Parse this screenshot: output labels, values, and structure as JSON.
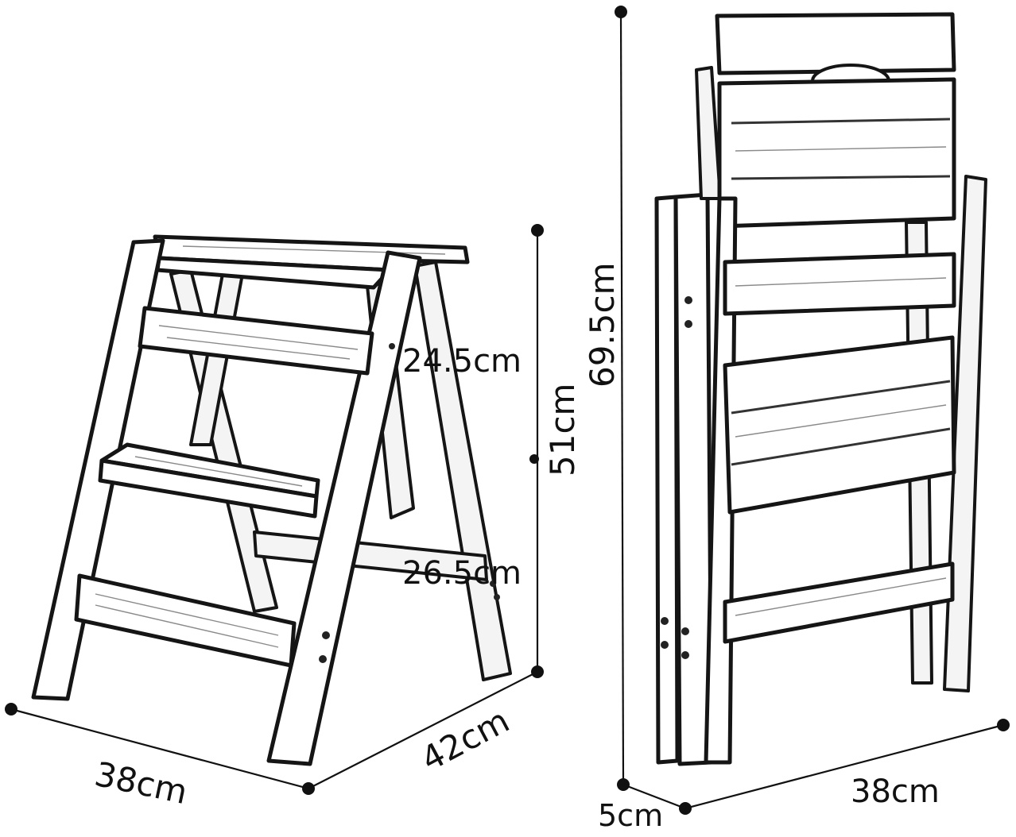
{
  "diagram": {
    "dimensions_unfolded": {
      "width": "38cm",
      "depth": "42cm",
      "height": "51cm",
      "upper_step_height": "24.5cm",
      "lower_step_height": "26.5cm"
    },
    "dimensions_folded": {
      "height": "69.5cm",
      "width": "38cm",
      "thickness": "5cm"
    }
  }
}
